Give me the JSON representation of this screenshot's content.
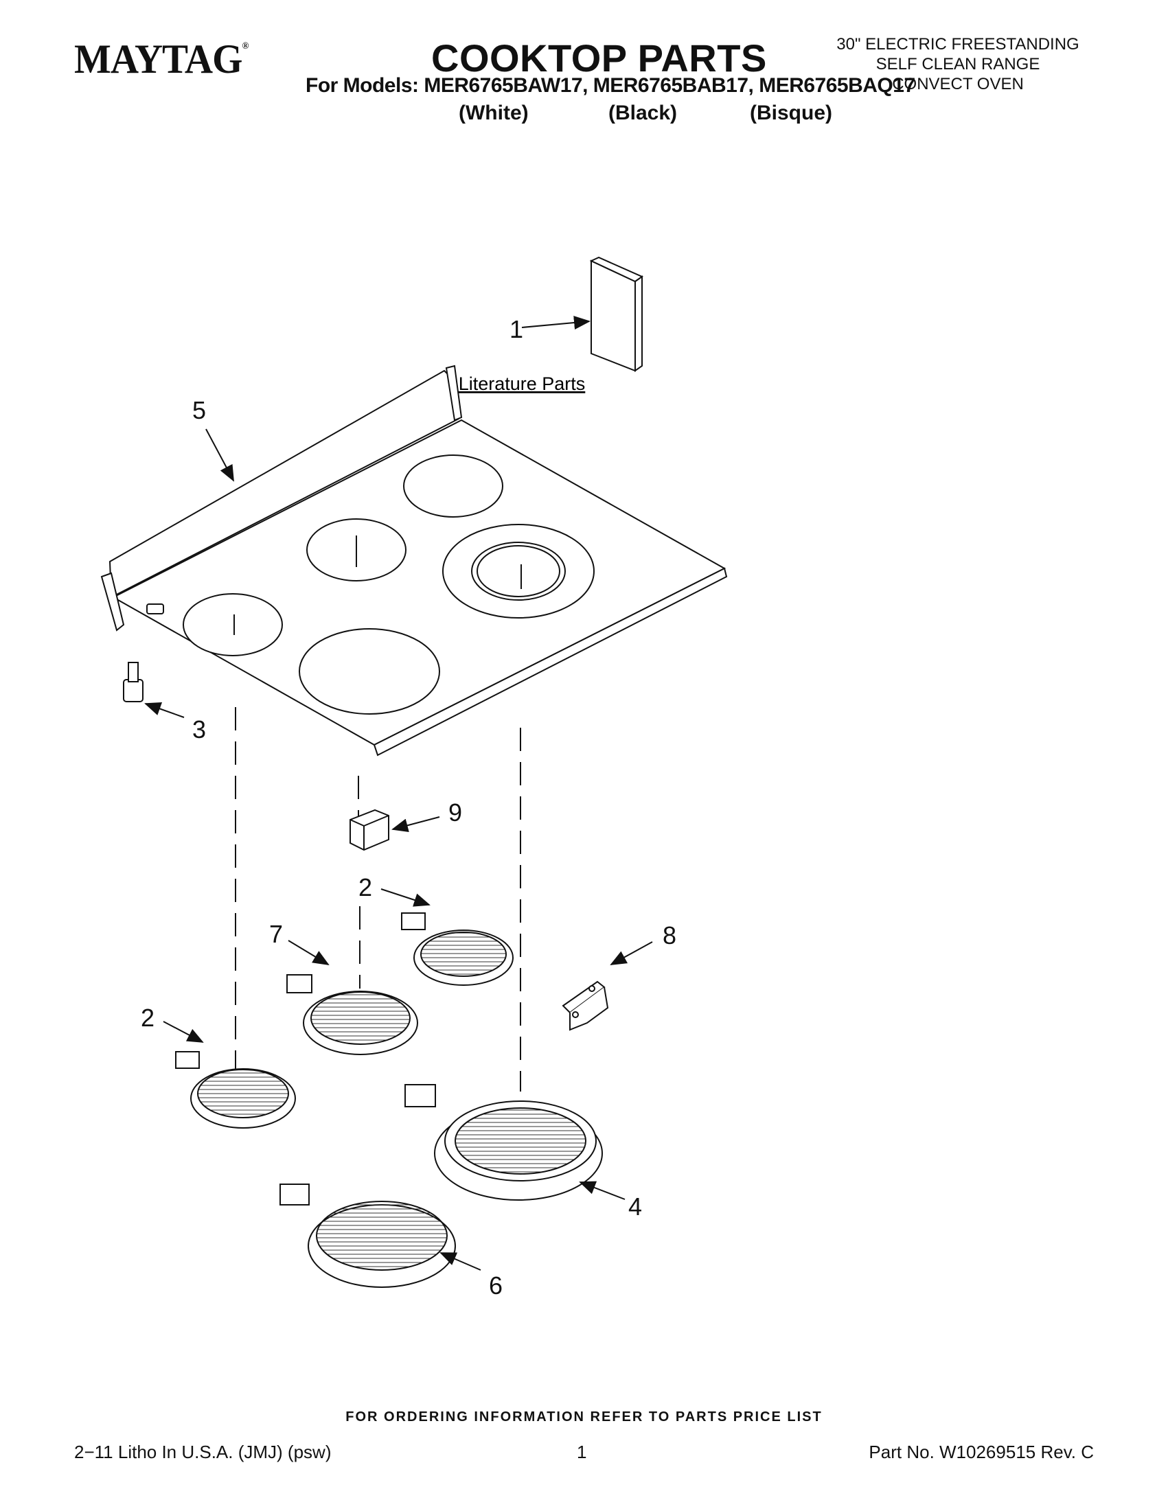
{
  "header": {
    "brand": "MAYTAG",
    "brand_mark": "®",
    "title": "COOKTOP PARTS",
    "models_line": "For Models: MER6765BAW17, MER6765BAB17, MER6765BAQ17",
    "colors": [
      "(White)",
      "(Black)",
      "(Bisque)"
    ],
    "description": [
      "30\" ELECTRIC FREESTANDING",
      "SELF CLEAN RANGE",
      "CONVECT OVEN"
    ]
  },
  "diagram": {
    "literature_label": "Literature Parts",
    "callouts": [
      "1",
      "5",
      "3",
      "9",
      "2",
      "7",
      "8",
      "2",
      "4",
      "6"
    ]
  },
  "footer": {
    "ordering": "FOR ORDERING INFORMATION REFER TO PARTS PRICE LIST",
    "litho": "2−11 Litho In U.S.A. (JMJ) (psw)",
    "page": "1",
    "part_no": "Part No. W10269515 Rev. C"
  }
}
